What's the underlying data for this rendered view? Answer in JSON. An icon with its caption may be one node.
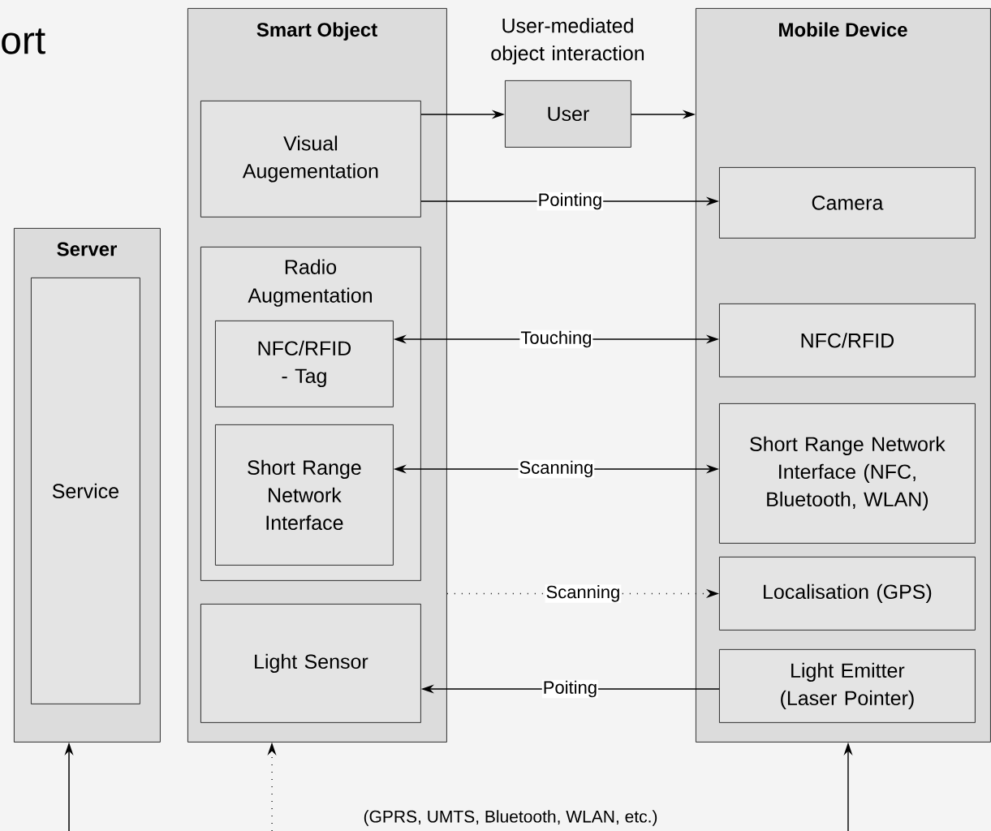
{
  "diagram": {
    "nodes": [
      {
        "text": [
          "Smart Object"
        ]
      },
      {
        "text": [
          "Visual Augementation"
        ],
        "in": 0
      },
      {
        "text": [
          "Radio Augmentation"
        ],
        "in": 0
      },
      {
        "text": [
          "NFC/RFID - Tag"
        ],
        "in": 2
      },
      {
        "text": [
          "Short Range Network Interface"
        ],
        "in": 2
      },
      {
        "text": [
          "Light Sensor"
        ],
        "in": 0
      },
      {
        "text": [
          "User"
        ],
        "beside": [
          "User-mediated object interaction"
        ]
      },
      {
        "text": [
          "Mobile Device"
        ]
      },
      {
        "text": [
          "Camera"
        ],
        "in": 7
      },
      {
        "text": [
          "NFC/RFID"
        ],
        "in": 7
      },
      {
        "text": [
          "Short Range Network Interface (NFC, Bluetooth, WLAN)"
        ],
        "in": 7
      },
      {
        "text": [
          "Localisation (GPS)"
        ],
        "in": 7
      },
      {
        "text": [
          "Light Emitter (Laser Pointer)"
        ],
        "in": 7
      },
      {
        "text": [
          "Server"
        ]
      },
      {
        "text": [
          "Service"
        ],
        "in": 13
      }
    ],
    "edges": [
      {
        "from": 1,
        "to": 6,
        "arrow": "to"
      },
      {
        "from": 6,
        "to": 7,
        "arrow": "to"
      },
      {
        "from": 1,
        "to": 8,
        "arrow": "to",
        "label": "Pointing"
      },
      {
        "from": 3,
        "to": 9,
        "arrow": "both",
        "label": "Touching"
      },
      {
        "from": 4,
        "to": 10,
        "arrow": "both",
        "label": "Scanning"
      },
      {
        "from": 0,
        "to": 11,
        "arrow": "to",
        "label": "Scanning",
        "style": "dashed"
      },
      {
        "from": 12,
        "to": 5,
        "arrow": "to",
        "label": "Poiting"
      },
      {
        "from": null,
        "to": 13,
        "arrow": "to"
      },
      {
        "from": null,
        "to": 0,
        "arrow": "to",
        "style": "dashed"
      },
      {
        "from": null,
        "to": 7,
        "arrow": "to"
      }
    ],
    "labels": [
      "ort",
      "(GPRS, UMTS, Bluetooth, WLAN, etc.)"
    ]
  }
}
